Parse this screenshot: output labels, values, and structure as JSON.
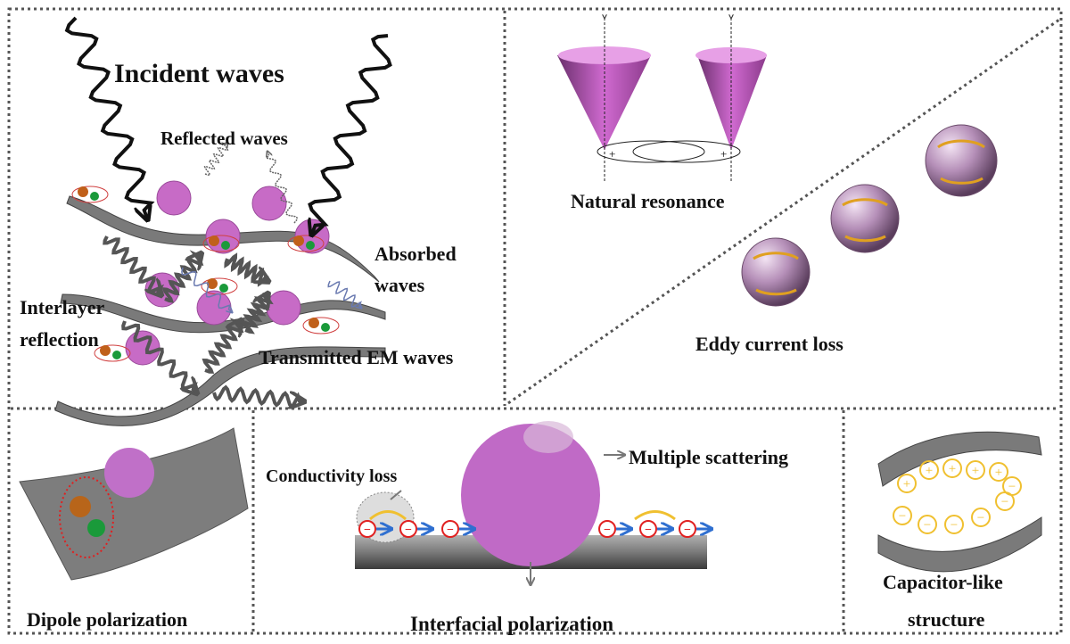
{
  "panels": {
    "multilayer": {
      "incident": "Incident waves",
      "reflected": "Reflected waves",
      "absorbed_1": "Absorbed",
      "absorbed_2": "waves",
      "interlayer_1": "Interlayer",
      "interlayer_2": "reflection",
      "transmitted": "Transmitted EM waves"
    },
    "natural_resonance": {
      "label": "Natural resonance",
      "plus": "+"
    },
    "eddy_current": {
      "label": "Eddy current loss"
    },
    "dipole": {
      "label": "Dipole polarization"
    },
    "interfacial": {
      "conductivity": "Conductivity loss",
      "scattering": "Multiple scattering",
      "label": "Interfacial polarization",
      "minus": "−"
    },
    "capacitor": {
      "label_1": "Capacitor-like",
      "label_2": "structure",
      "plus": "+",
      "minus": "−"
    }
  },
  "colors": {
    "sheet": "#7a7a7a",
    "particle": "#c76bc6",
    "charge": "#f0c030",
    "electron": "#e02020",
    "arrow": "#2f6fd0"
  }
}
